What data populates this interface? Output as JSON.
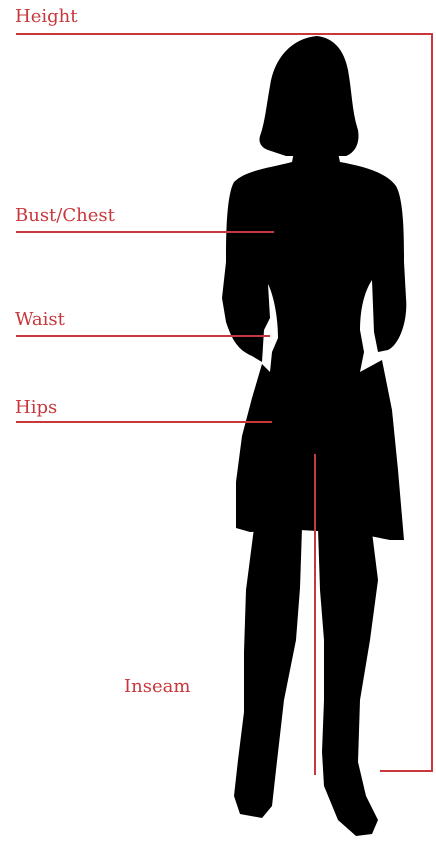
{
  "colors": {
    "accent": "#c8373c",
    "silhouette": "#000000",
    "background": "#ffffff"
  },
  "labels": {
    "height": "Height",
    "bust_chest": "Bust/Chest",
    "waist": "Waist",
    "hips": "Hips",
    "inseam": "Inseam"
  },
  "figure": {
    "icon": "woman-silhouette-icon"
  }
}
